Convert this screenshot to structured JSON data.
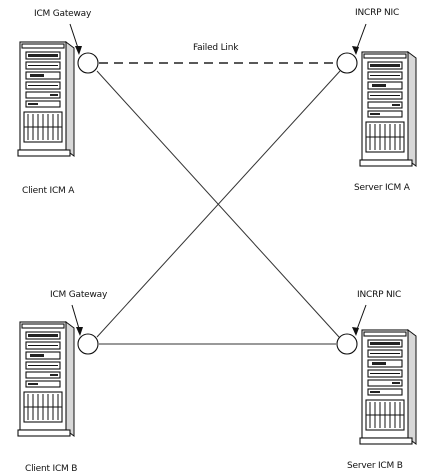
{
  "labels": {
    "icm_gateway_top": "ICM Gateway",
    "incrp_nic_top": "INCRP NIC",
    "failed_link": "Failed Link",
    "client_icm_a": "Client ICM A",
    "server_icm_a": "Server ICM A",
    "icm_gateway_bottom": "ICM Gateway",
    "incrp_nic_bottom": "INCRP NIC",
    "client_icm_b": "Client ICM B",
    "server_icm_b": "Server ICM B"
  }
}
